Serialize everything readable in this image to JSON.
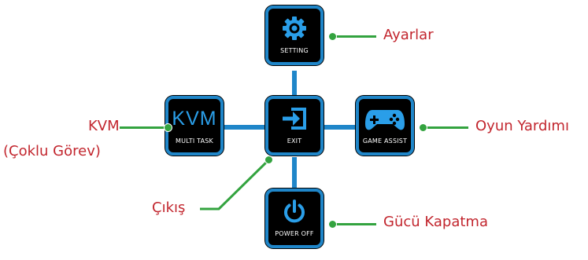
{
  "buttons": {
    "setting": "SETTING",
    "multi_task": "MULTI TASK",
    "kvm_glyph": "KVM",
    "exit": "EXIT",
    "game_assist": "GAME ASSIST",
    "power_off": "POWER OFF"
  },
  "labels": {
    "ayarlar": "Ayarlar",
    "kvm_line1": "KVM",
    "kvm_line2": "(Çoklu Görev)",
    "oyun": "Oyun Yardımı",
    "cikis": "Çıkış",
    "gucu": "Gücü Kapatma"
  },
  "colors": {
    "button_border": "#1f86c9",
    "button_fill": "#000000",
    "icon": "#2a9ee8",
    "callout": "#33a33f",
    "label_text": "#c2262e"
  }
}
